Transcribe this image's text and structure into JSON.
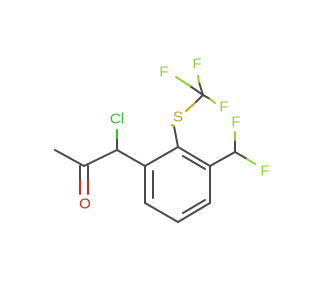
{
  "structure": {
    "atoms": {
      "chlorine": "Cl",
      "sulfur": "S",
      "oxygen": "O",
      "fluorine_cf3_top_left": "F",
      "fluorine_cf3_top_right": "F",
      "fluorine_cf3_bottom": "F",
      "fluorine_chf2_top": "F",
      "fluorine_chf2_right": "F"
    },
    "colors": {
      "carbon_bond": "#4a4a4a",
      "chlorine": "#2ec62e",
      "sulfur": "#b9a91a",
      "oxygen": "#e8211b",
      "fluorine": "#90d23a",
      "background": "#ffffff"
    }
  }
}
